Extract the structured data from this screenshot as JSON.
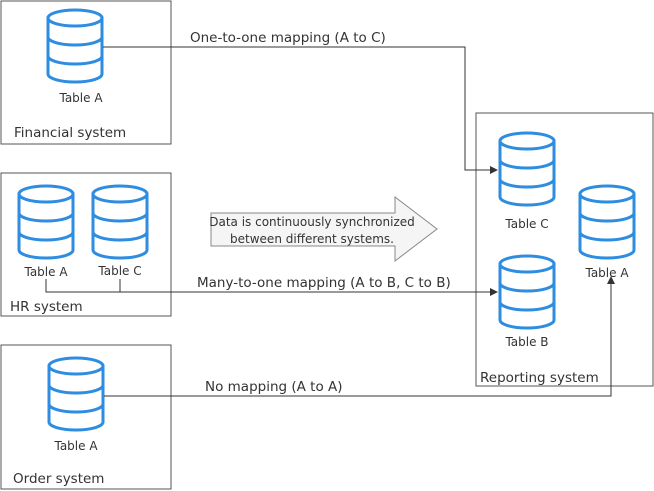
{
  "systems": {
    "financial": {
      "label": "Financial system",
      "tables": [
        "Table A"
      ]
    },
    "hr": {
      "label": "HR system",
      "tables": [
        "Table A",
        "Table C"
      ]
    },
    "order": {
      "label": "Order system",
      "tables": [
        "Table A"
      ]
    },
    "reporting": {
      "label": "Reporting system",
      "tables": [
        "Table C",
        "Table A",
        "Table B"
      ]
    }
  },
  "mappings": {
    "one_to_one": "One-to-one mapping (A to C)",
    "many_to_one": "Many-to-one mapping (A to B, C to B)",
    "no_mapping": "No mapping (A to A)"
  },
  "sync_note": {
    "line1": "Data is continuously synchronized",
    "line2": "between different systems."
  },
  "colors": {
    "database_icon": "#2e8de0",
    "box_border": "#555555",
    "connector": "#333333"
  }
}
